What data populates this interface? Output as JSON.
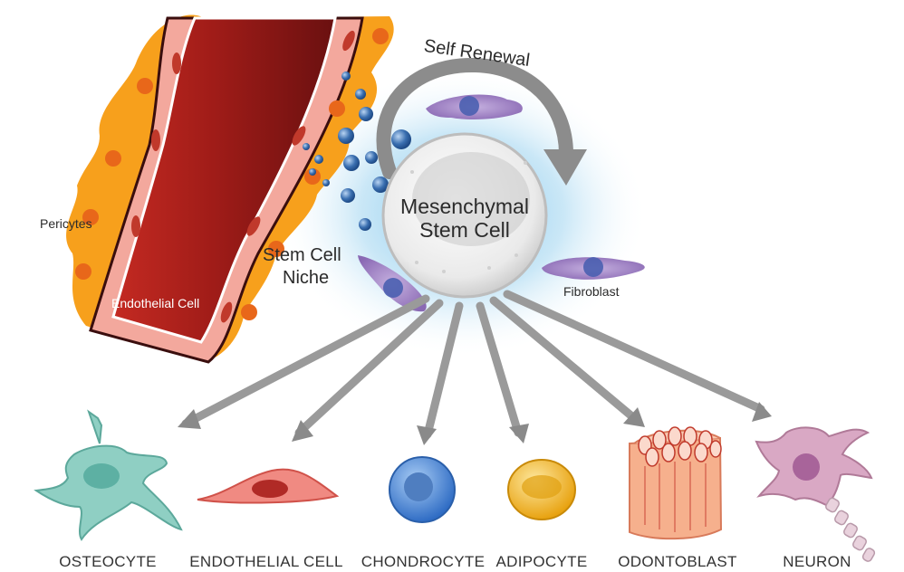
{
  "labels": {
    "self_renewal": "Self Renewal",
    "msc_line1": "Mesenchymal",
    "msc_line2": "Stem Cell",
    "niche_line1": "Stem Cell",
    "niche_line2": "Niche",
    "pericytes": "Pericytes",
    "endothelial_cell": "Endothelial Cell",
    "fibroblast": "Fibroblast"
  },
  "cell_types": [
    "OSTEOCYTE",
    "ENDOTHELIAL CELL",
    "CHONDROCYTE",
    "ADIPOCYTE",
    "ODONTOBLAST",
    "NEURON"
  ],
  "colors": {
    "vessel_dark": "#7a1414",
    "vessel_mid": "#a8201c",
    "vessel_wall": "#f3a89d",
    "pericyte": "#f7a01c",
    "niche_glow": "#9fd4f0",
    "msc_cell": "#ededed",
    "fibroblast": "#9d7fc0",
    "arrow": "#8f8f8f",
    "vesicle": "#3a6fb0",
    "osteocyte": "#7cc5b8",
    "endothelial": "#e8655f",
    "chondrocyte": "#3a7bd5",
    "adipocyte": "#f2b82a",
    "odontoblast": "#f2a07b",
    "neuron": "#c98fb0"
  }
}
